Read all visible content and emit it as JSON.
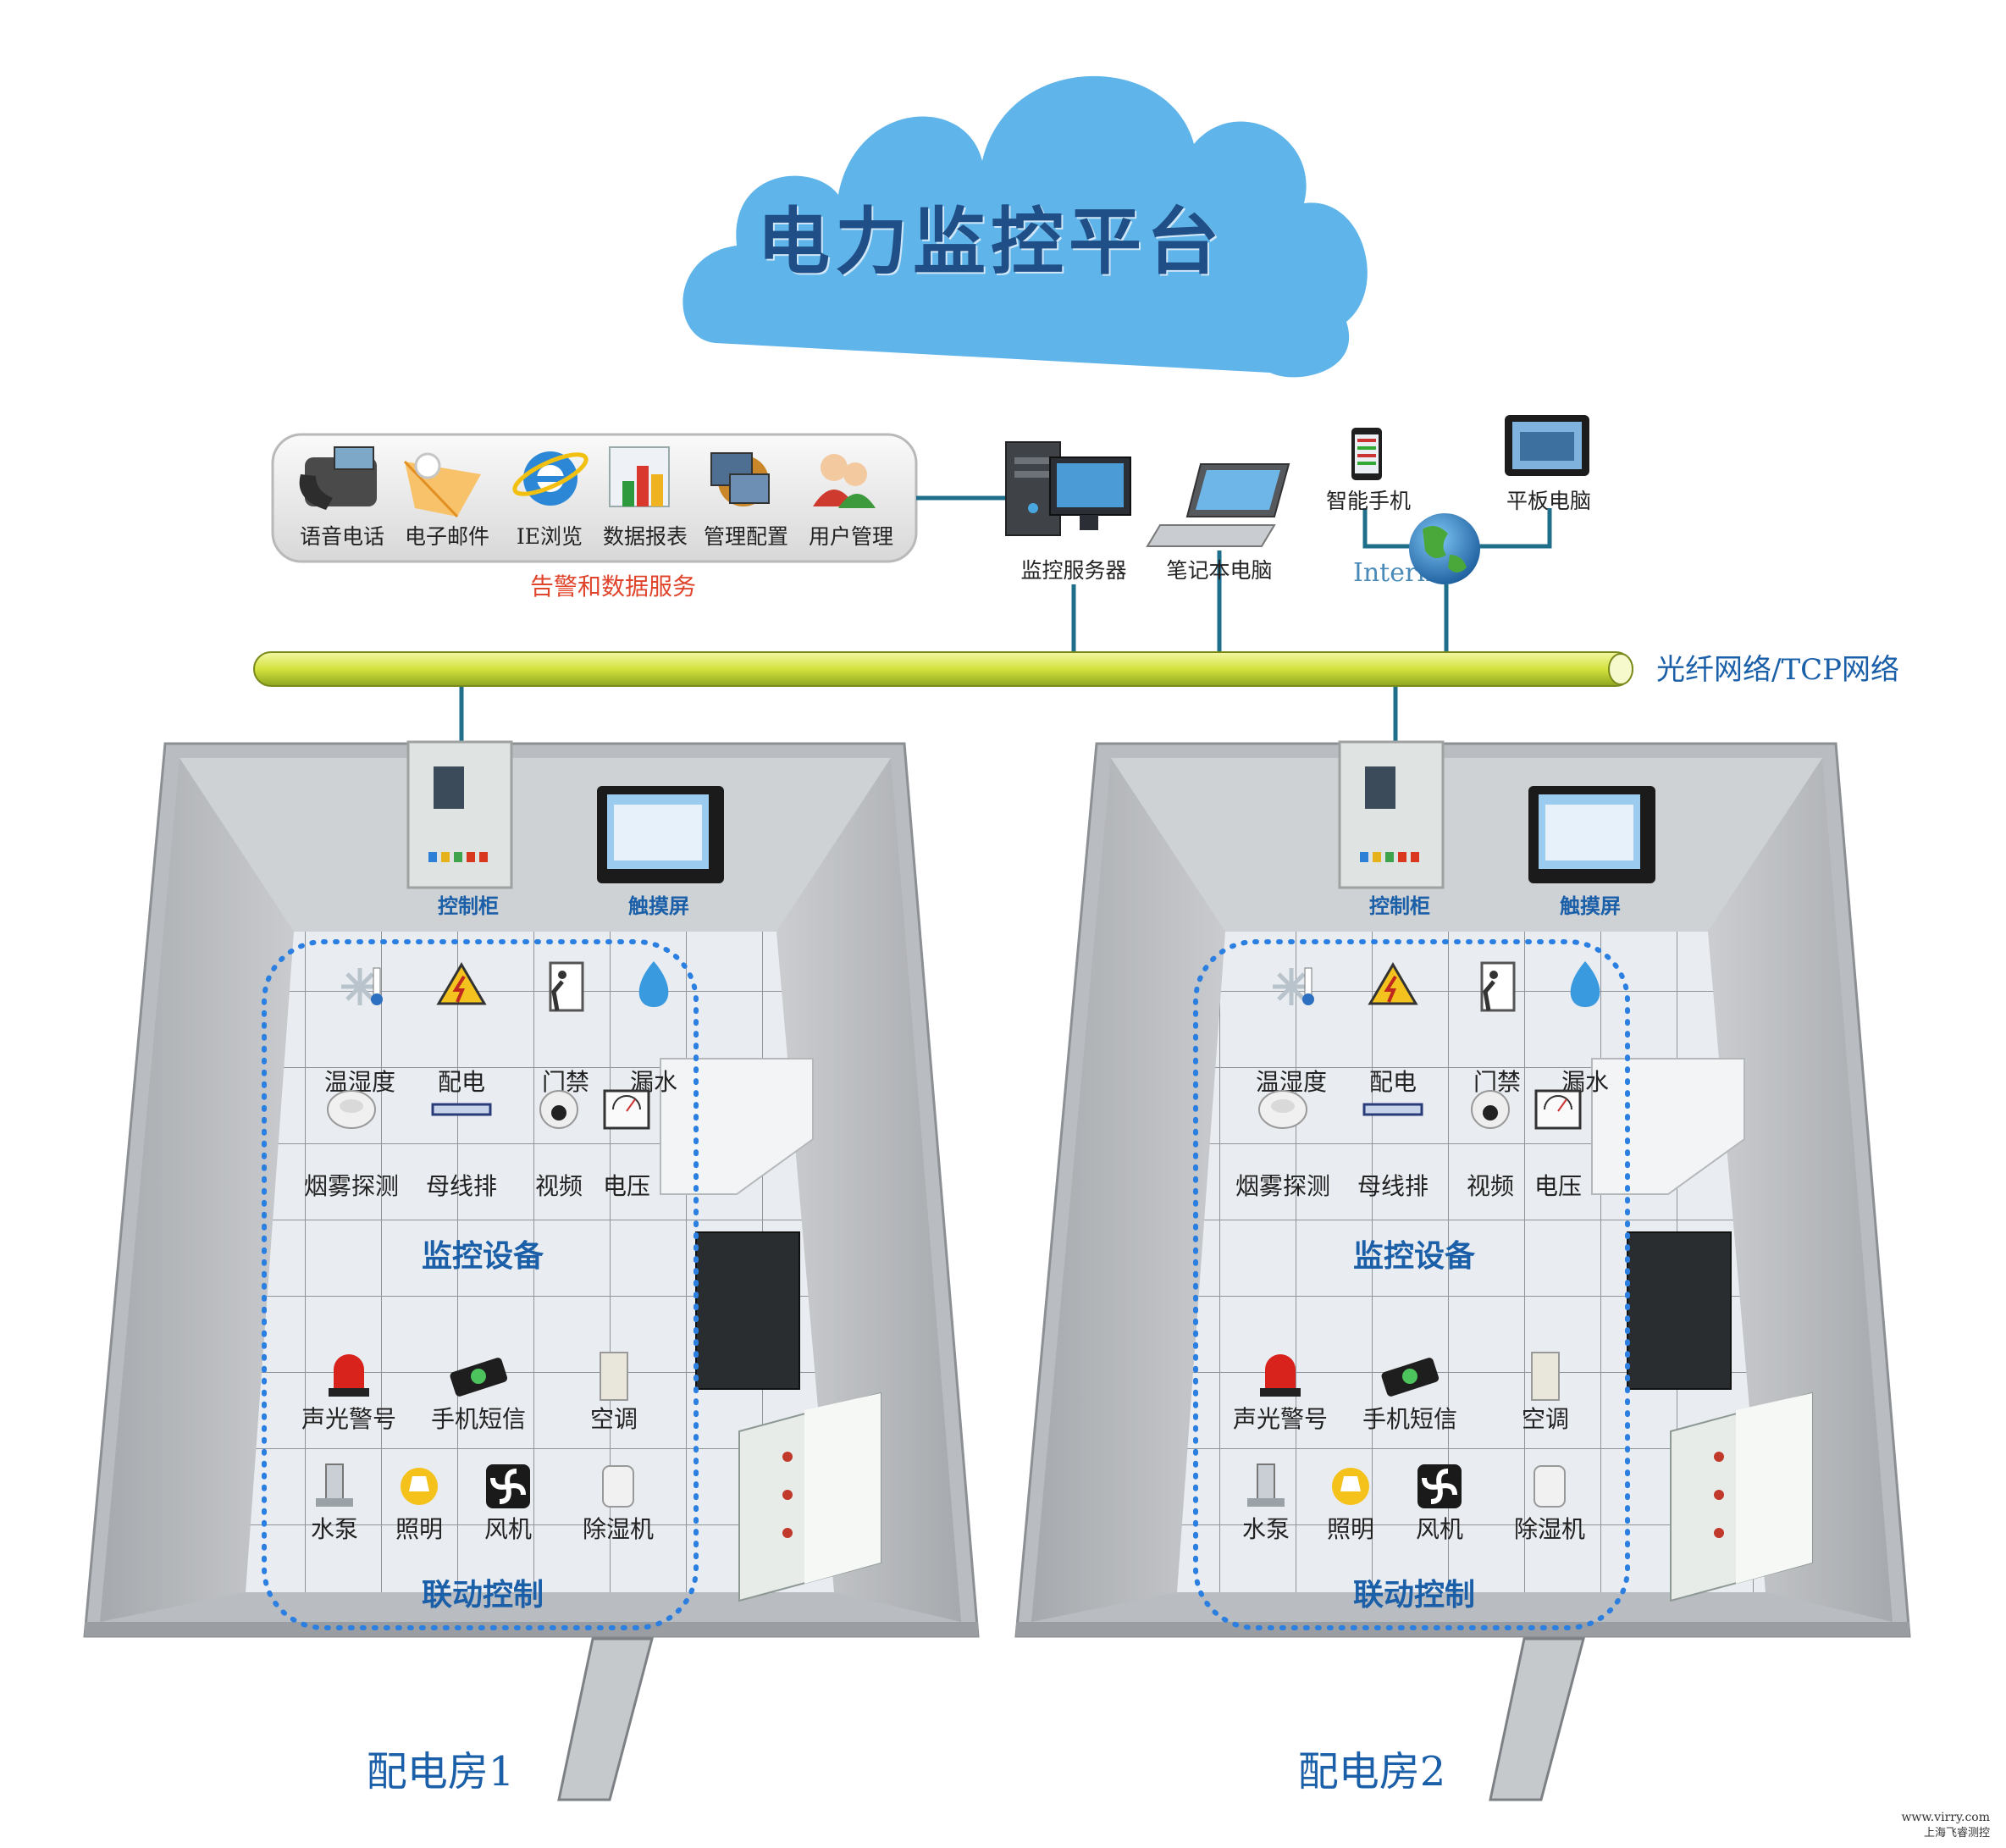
{
  "title": "电力监控平台",
  "services_panel": {
    "items": [
      {
        "label": "语音电话",
        "icon": "phone-icon"
      },
      {
        "label": "电子邮件",
        "icon": "email-icon"
      },
      {
        "label": "IE浏览",
        "icon": "ie-icon"
      },
      {
        "label": "数据报表",
        "icon": "report-icon"
      },
      {
        "label": "管理配置",
        "icon": "config-icon"
      },
      {
        "label": "用户管理",
        "icon": "users-icon"
      }
    ],
    "caption": "告警和数据服务"
  },
  "network": {
    "server": "监控服务器",
    "laptop": "笔记本电脑",
    "phone": "智能手机",
    "tablet": "平板电脑",
    "internet": "Internet",
    "bus_label": "光纤网络/TCP网络"
  },
  "rooms": [
    {
      "name": "配电房1",
      "cabinet": "控制柜",
      "touchscreen": "触摸屏",
      "monitor_group": "监控设备",
      "control_group": "联动控制",
      "monitor_items": [
        "温湿度",
        "配电",
        "门禁",
        "漏水",
        "烟雾探测",
        "母线排",
        "视频",
        "电压"
      ],
      "control_items": [
        "声光警号",
        "手机短信",
        "空调",
        "水泵",
        "照明",
        "风机",
        "除湿机"
      ]
    },
    {
      "name": "配电房2",
      "cabinet": "控制柜",
      "touchscreen": "触摸屏",
      "monitor_group": "监控设备",
      "control_group": "联动控制",
      "monitor_items": [
        "温湿度",
        "配电",
        "门禁",
        "漏水",
        "烟雾探测",
        "母线排",
        "视频",
        "电压"
      ],
      "control_items": [
        "声光警号",
        "手机短信",
        "空调",
        "水泵",
        "照明",
        "风机",
        "除湿机"
      ]
    }
  ],
  "watermark": {
    "url": "www.virry.com",
    "company": "上海飞睿测控"
  },
  "colors": {
    "cloud": "#5fb4ea",
    "title": "#1f4f86",
    "bus": "#d8e84a",
    "link": "#1f6e8a",
    "dotted": "#2b7fe0",
    "caption_red": "#e0452c"
  }
}
